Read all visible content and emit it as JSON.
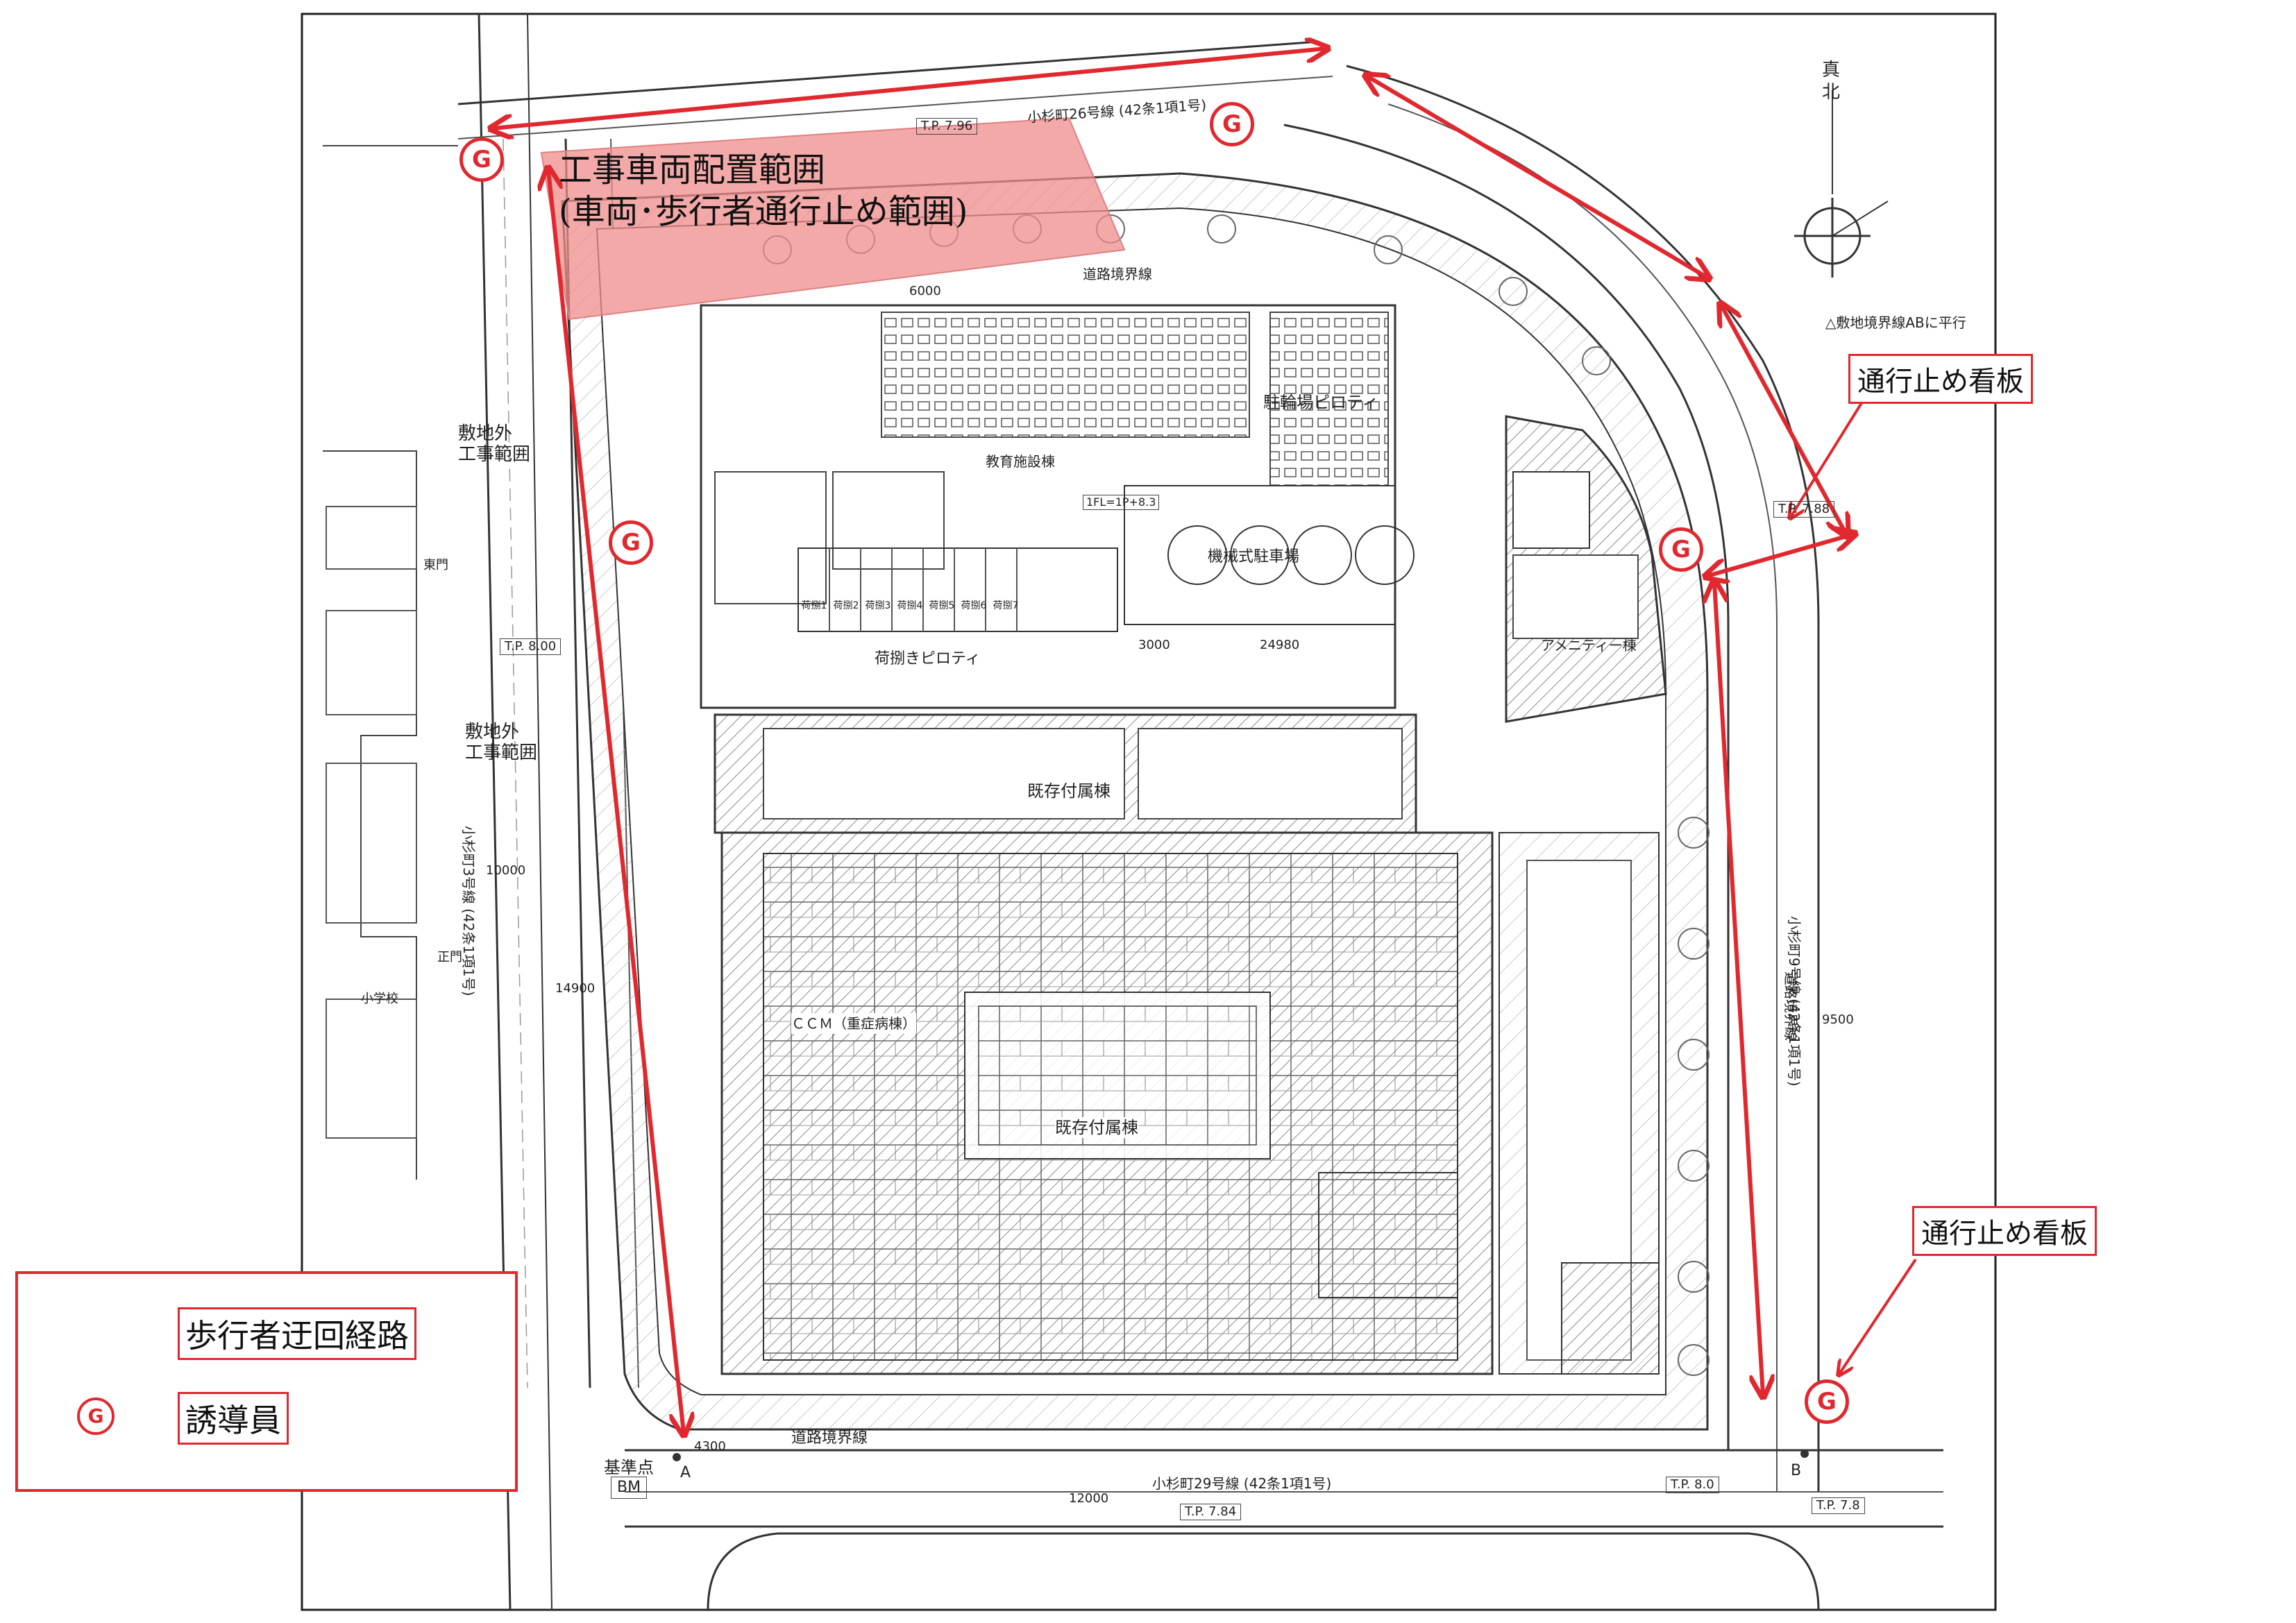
{
  "zone": {
    "line1": "工事車両配置範囲",
    "line2": "(車両･歩行者通行止め範囲)"
  },
  "signs": [
    {
      "label": "通行止め看板"
    },
    {
      "label": "通行止め看板"
    }
  ],
  "guard_marker": "G",
  "legend": {
    "route_label": "歩行者迂回経路",
    "guard_label": "誘導員"
  },
  "site_labels": {
    "offsite_work_1": [
      "敷地外",
      "工事範囲"
    ],
    "offsite_work_2": [
      "敷地外",
      "工事範囲"
    ],
    "north_top": "真",
    "north_bottom": "北",
    "parallel_note": "△敷地境界線ABに平行",
    "road_north": "小杉町26号線 (42条1項1号)",
    "road_west": "小杉町3号線 (42条1項1号)",
    "road_east": "小杉町9号線 (42条1項1号)",
    "road_south": "小杉町29号線 (42条1項1号)",
    "tp_north": "T.P. 7.96",
    "tp_west": "T.P. 8.00",
    "tp_east": "T.P. 7.88",
    "tp_south": "T.P. 7.84",
    "tp_south_mid": "T.P. 8.0",
    "tp_southeast": "T.P. 7.8",
    "bicycle_pilotis": "駐輪場ピロティ",
    "education_wing": "教育施設棟",
    "machine_parking": "機械式駐車場",
    "loading_pilotis": "荷捌きピロティ",
    "amenity_wing": "アメニティー棟",
    "existing_annex_1": "既存付属棟",
    "existing_annex_2": "既存付属棟",
    "ccm": "ＣＣＭ（重症病棟）",
    "road_boundary_south": "道路境界線",
    "road_boundary_north": "道路境界線",
    "road_boundary_east": "道路境界線",
    "benchmark": "基準点",
    "bm": "BM",
    "school": "小学校",
    "main_gate": "正門",
    "east_gate": "東門",
    "dim_24980": "24980",
    "dim_3000": "3000",
    "dim_4300": "4300",
    "dim_12000": "12000",
    "dim_9500": "9500",
    "dim_10000": "10000",
    "dim_14900": "14900",
    "dim_6000": "6000",
    "ifl": "1FL=1P+8.3",
    "loading_bays": [
      "荷捌1",
      "荷捌2",
      "荷捌3",
      "荷捌4",
      "荷捌5",
      "荷捌6",
      "荷捌7"
    ],
    "point_a": "A",
    "point_b": "B"
  },
  "colors": {
    "accent_red": "#e0282e",
    "zone_fill": "#f08c8c",
    "hatch": "#7a7a7a",
    "line": "#2b2b2b"
  },
  "icons": {
    "north_arrow": "north-arrow-icon",
    "guard": "guard-marker-icon",
    "double_arrow": "double-arrow-icon"
  }
}
